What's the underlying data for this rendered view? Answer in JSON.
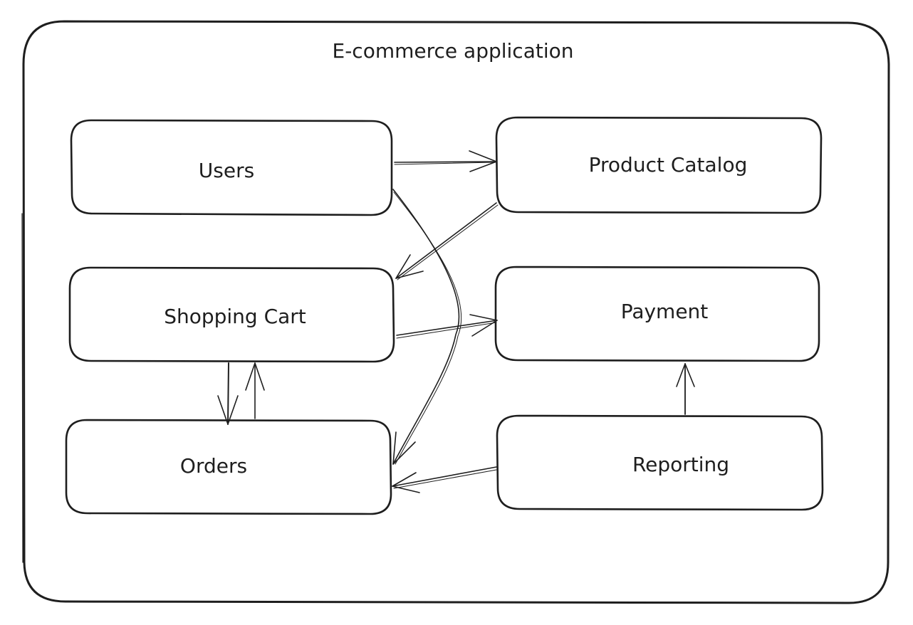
{
  "diagram": {
    "title": "E-commerce application",
    "stroke_color": "#1e1e1e",
    "background_color": "#ffffff",
    "nodes": [
      {
        "id": "users",
        "label": "Users"
      },
      {
        "id": "product_catalog",
        "label": "Product Catalog"
      },
      {
        "id": "shopping_cart",
        "label": "Shopping Cart"
      },
      {
        "id": "payment",
        "label": "Payment"
      },
      {
        "id": "orders",
        "label": "Orders"
      },
      {
        "id": "reporting",
        "label": "Reporting"
      }
    ],
    "edges": [
      {
        "from": "users",
        "to": "product_catalog"
      },
      {
        "from": "users",
        "to": "orders"
      },
      {
        "from": "product_catalog",
        "to": "shopping_cart"
      },
      {
        "from": "shopping_cart",
        "to": "payment"
      },
      {
        "from": "shopping_cart",
        "to": "orders"
      },
      {
        "from": "orders",
        "to": "shopping_cart"
      },
      {
        "from": "reporting",
        "to": "payment"
      },
      {
        "from": "reporting",
        "to": "orders"
      }
    ]
  }
}
